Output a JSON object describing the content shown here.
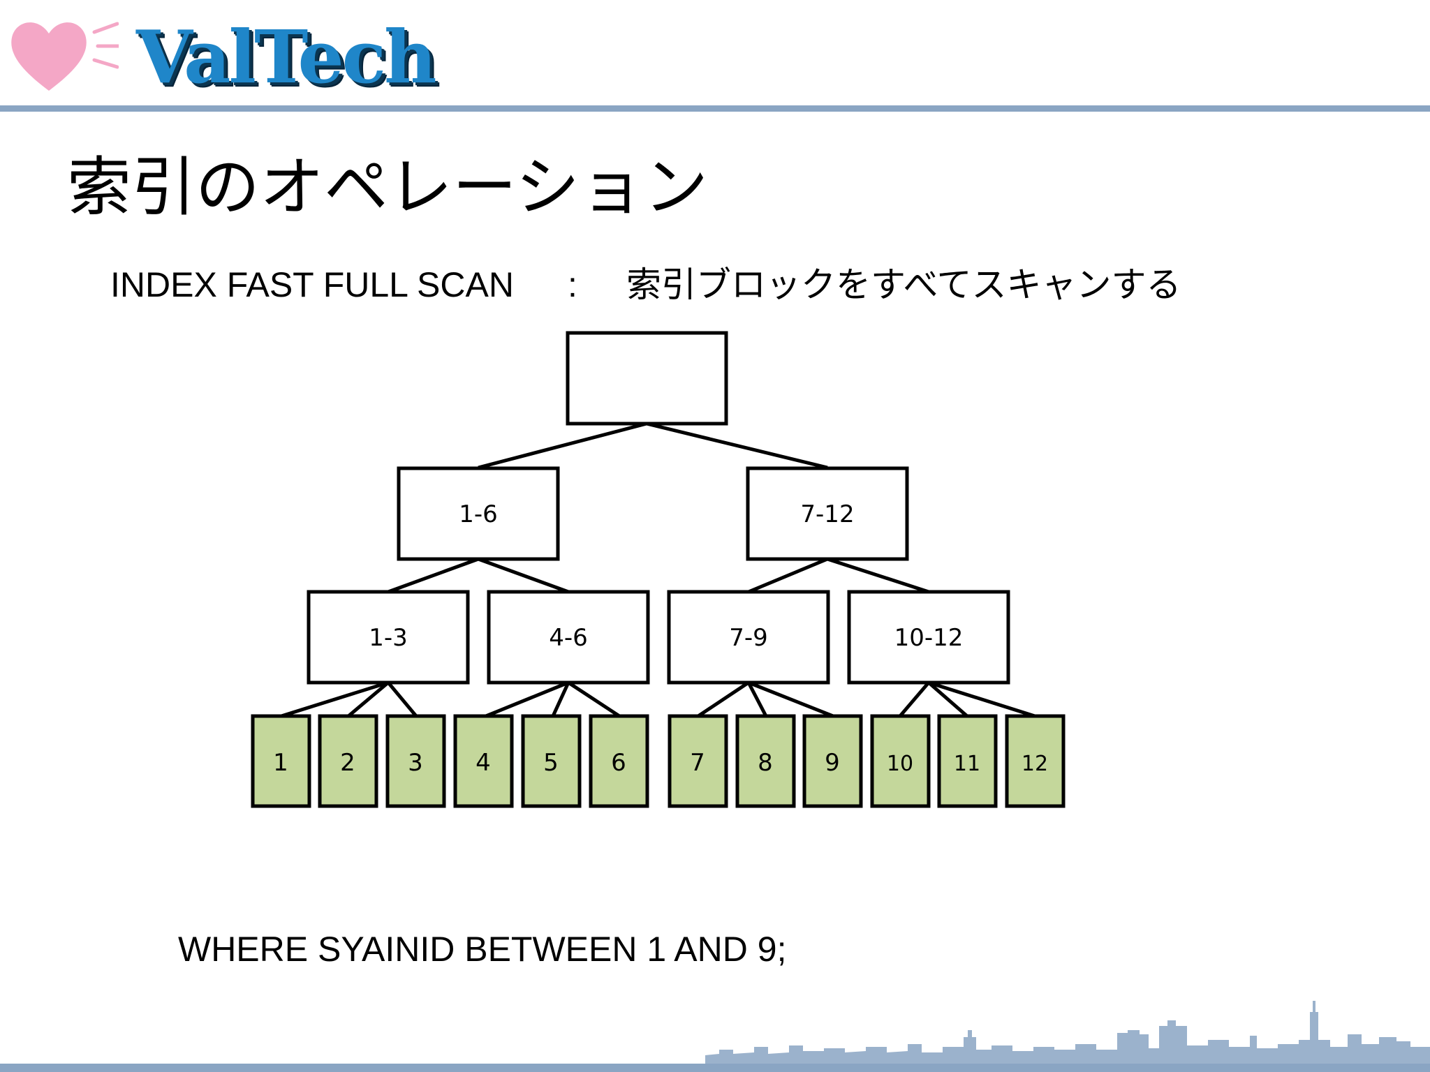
{
  "brand": {
    "name": "ValTech",
    "heart_color": "#f4a7c6",
    "text_color": "#1f86c9"
  },
  "slide": {
    "title": "索引のオペレーション",
    "operation": "INDEX FAST FULL SCAN",
    "separator": ":",
    "description": "索引ブロックをすべてスキャンする",
    "where_clause": "WHERE SYAINID BETWEEN 1 AND 9;"
  },
  "tree": {
    "root": {
      "label": ""
    },
    "branches": [
      {
        "label": "1-6",
        "children": [
          "1-3",
          "4-6"
        ]
      },
      {
        "label": "7-12",
        "children": [
          "7-9",
          "10-12"
        ]
      }
    ],
    "leaf_blocks": [
      "1",
      "2",
      "3",
      "4",
      "5",
      "6",
      "7",
      "8",
      "9",
      "10",
      "11",
      "12"
    ],
    "leaf_color": "#c4d79b",
    "accent_rule_color": "#8aa5c3"
  }
}
